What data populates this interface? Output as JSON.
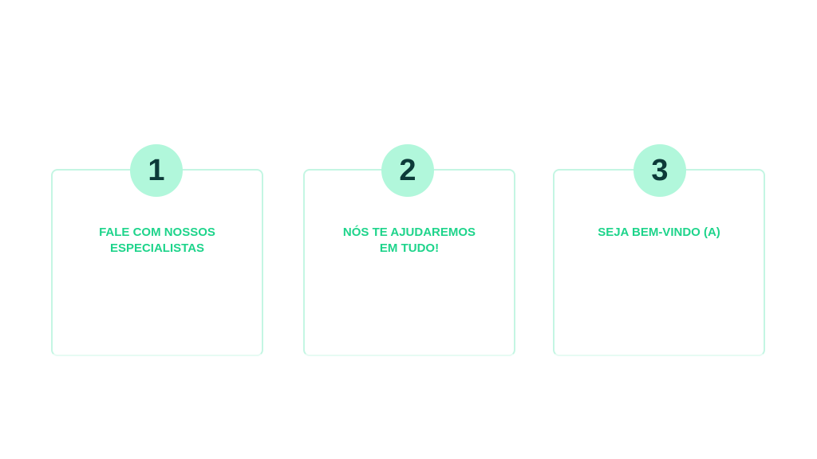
{
  "steps": [
    {
      "number": "1",
      "title": "FALE COM NOSSOS\nESPECIALISTAS"
    },
    {
      "number": "2",
      "title": "NÓS TE AJUDAREMOS\nEM TUDO!"
    },
    {
      "number": "3",
      "title": "SEJA BEM-VINDO (A)"
    }
  ],
  "colors": {
    "accent": "#1ed48b",
    "circle": "#b1f7db",
    "number": "#0d3a39",
    "border": "#c4f6e3"
  }
}
